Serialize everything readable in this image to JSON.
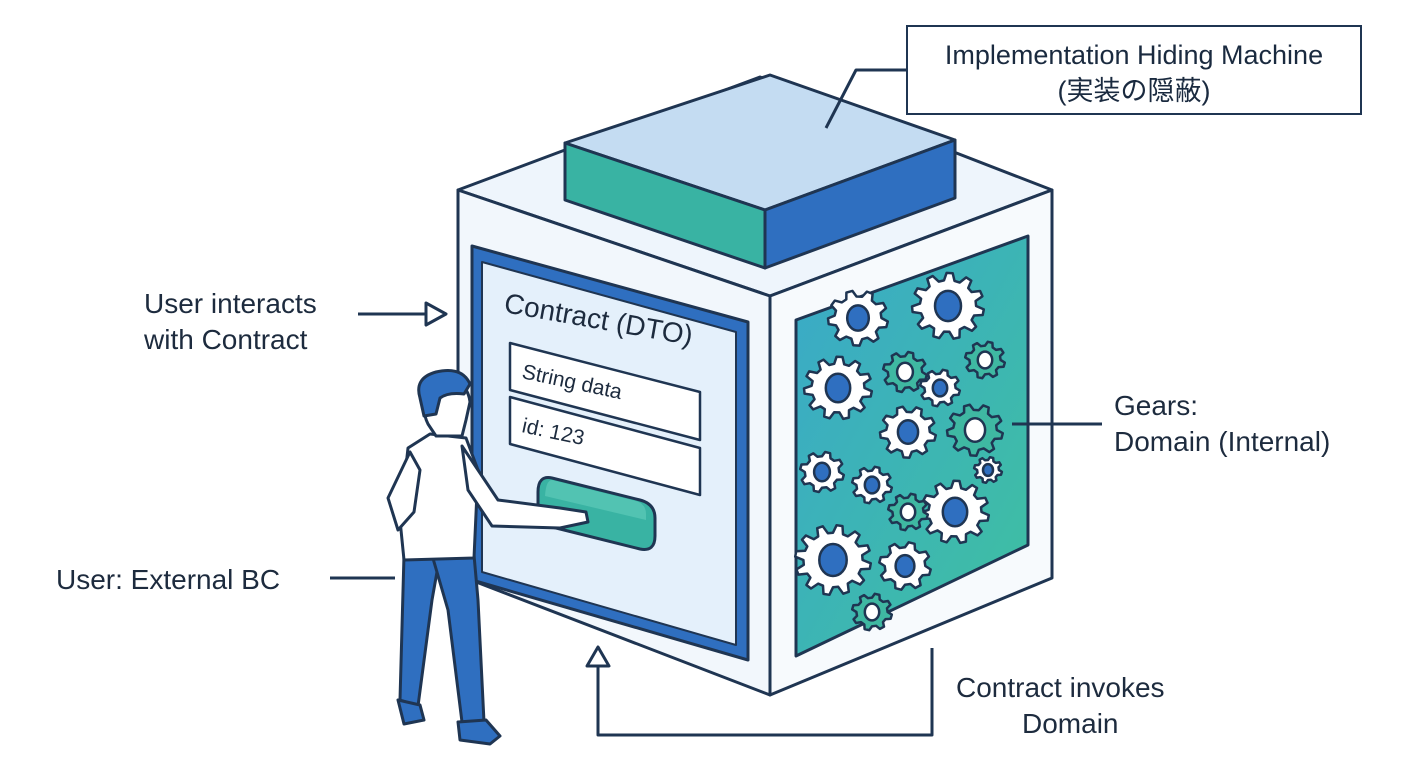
{
  "title": {
    "line1": "Implementation Hiding Machine",
    "line2": "(実装の隠蔽)"
  },
  "contract_panel": {
    "heading": "Contract (DTO)",
    "field1": "String data",
    "field2": "id: 123",
    "field3": ""
  },
  "labels": {
    "user_interacts": {
      "line1": "User interacts",
      "line2": "with Contract"
    },
    "user_external": "User: External BC",
    "gears": {
      "line1": "Gears:",
      "line2": "Domain (Internal)"
    },
    "invokes": {
      "line1": "Contract invokes",
      "line2": "Domain"
    }
  },
  "colors": {
    "outline": "#1f3552",
    "blue": "#2f6fc0",
    "light_blue": "#c4dcf2",
    "panel_fill": "#e4f0fb",
    "teal": "#39b3a3",
    "box_face": "#f2f7fc"
  }
}
